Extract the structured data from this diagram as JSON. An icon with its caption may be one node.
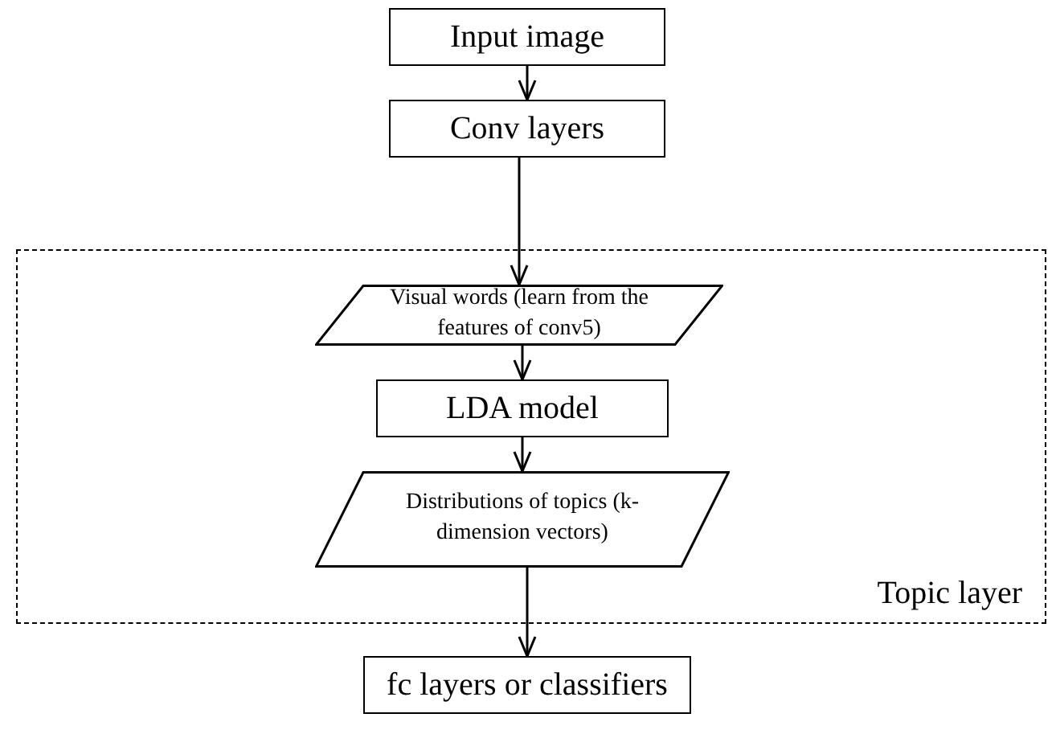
{
  "diagram": {
    "nodes": [
      {
        "text": [
          "Input image"
        ]
      },
      {
        "text": [
          "Conv layers"
        ]
      },
      {
        "text": [
          "Topic layer"
        ]
      },
      {
        "text": [
          "Visual words (learn from the features of conv5)"
        ],
        "in": 2
      },
      {
        "text": [
          "LDA model"
        ],
        "in": 2
      },
      {
        "text": [
          "Distributions of topics (k-dimension vectors)"
        ],
        "in": 2
      },
      {
        "text": [
          "fc layers or classifiers"
        ]
      }
    ],
    "edges": [
      {
        "from": 0,
        "to": 1,
        "arrow": "to"
      },
      {
        "from": 1,
        "to": 3,
        "arrow": "to"
      },
      {
        "from": 3,
        "to": 4,
        "arrow": "to"
      },
      {
        "from": 4,
        "to": 5,
        "arrow": "to"
      },
      {
        "from": 5,
        "to": 6,
        "arrow": "to"
      }
    ]
  }
}
